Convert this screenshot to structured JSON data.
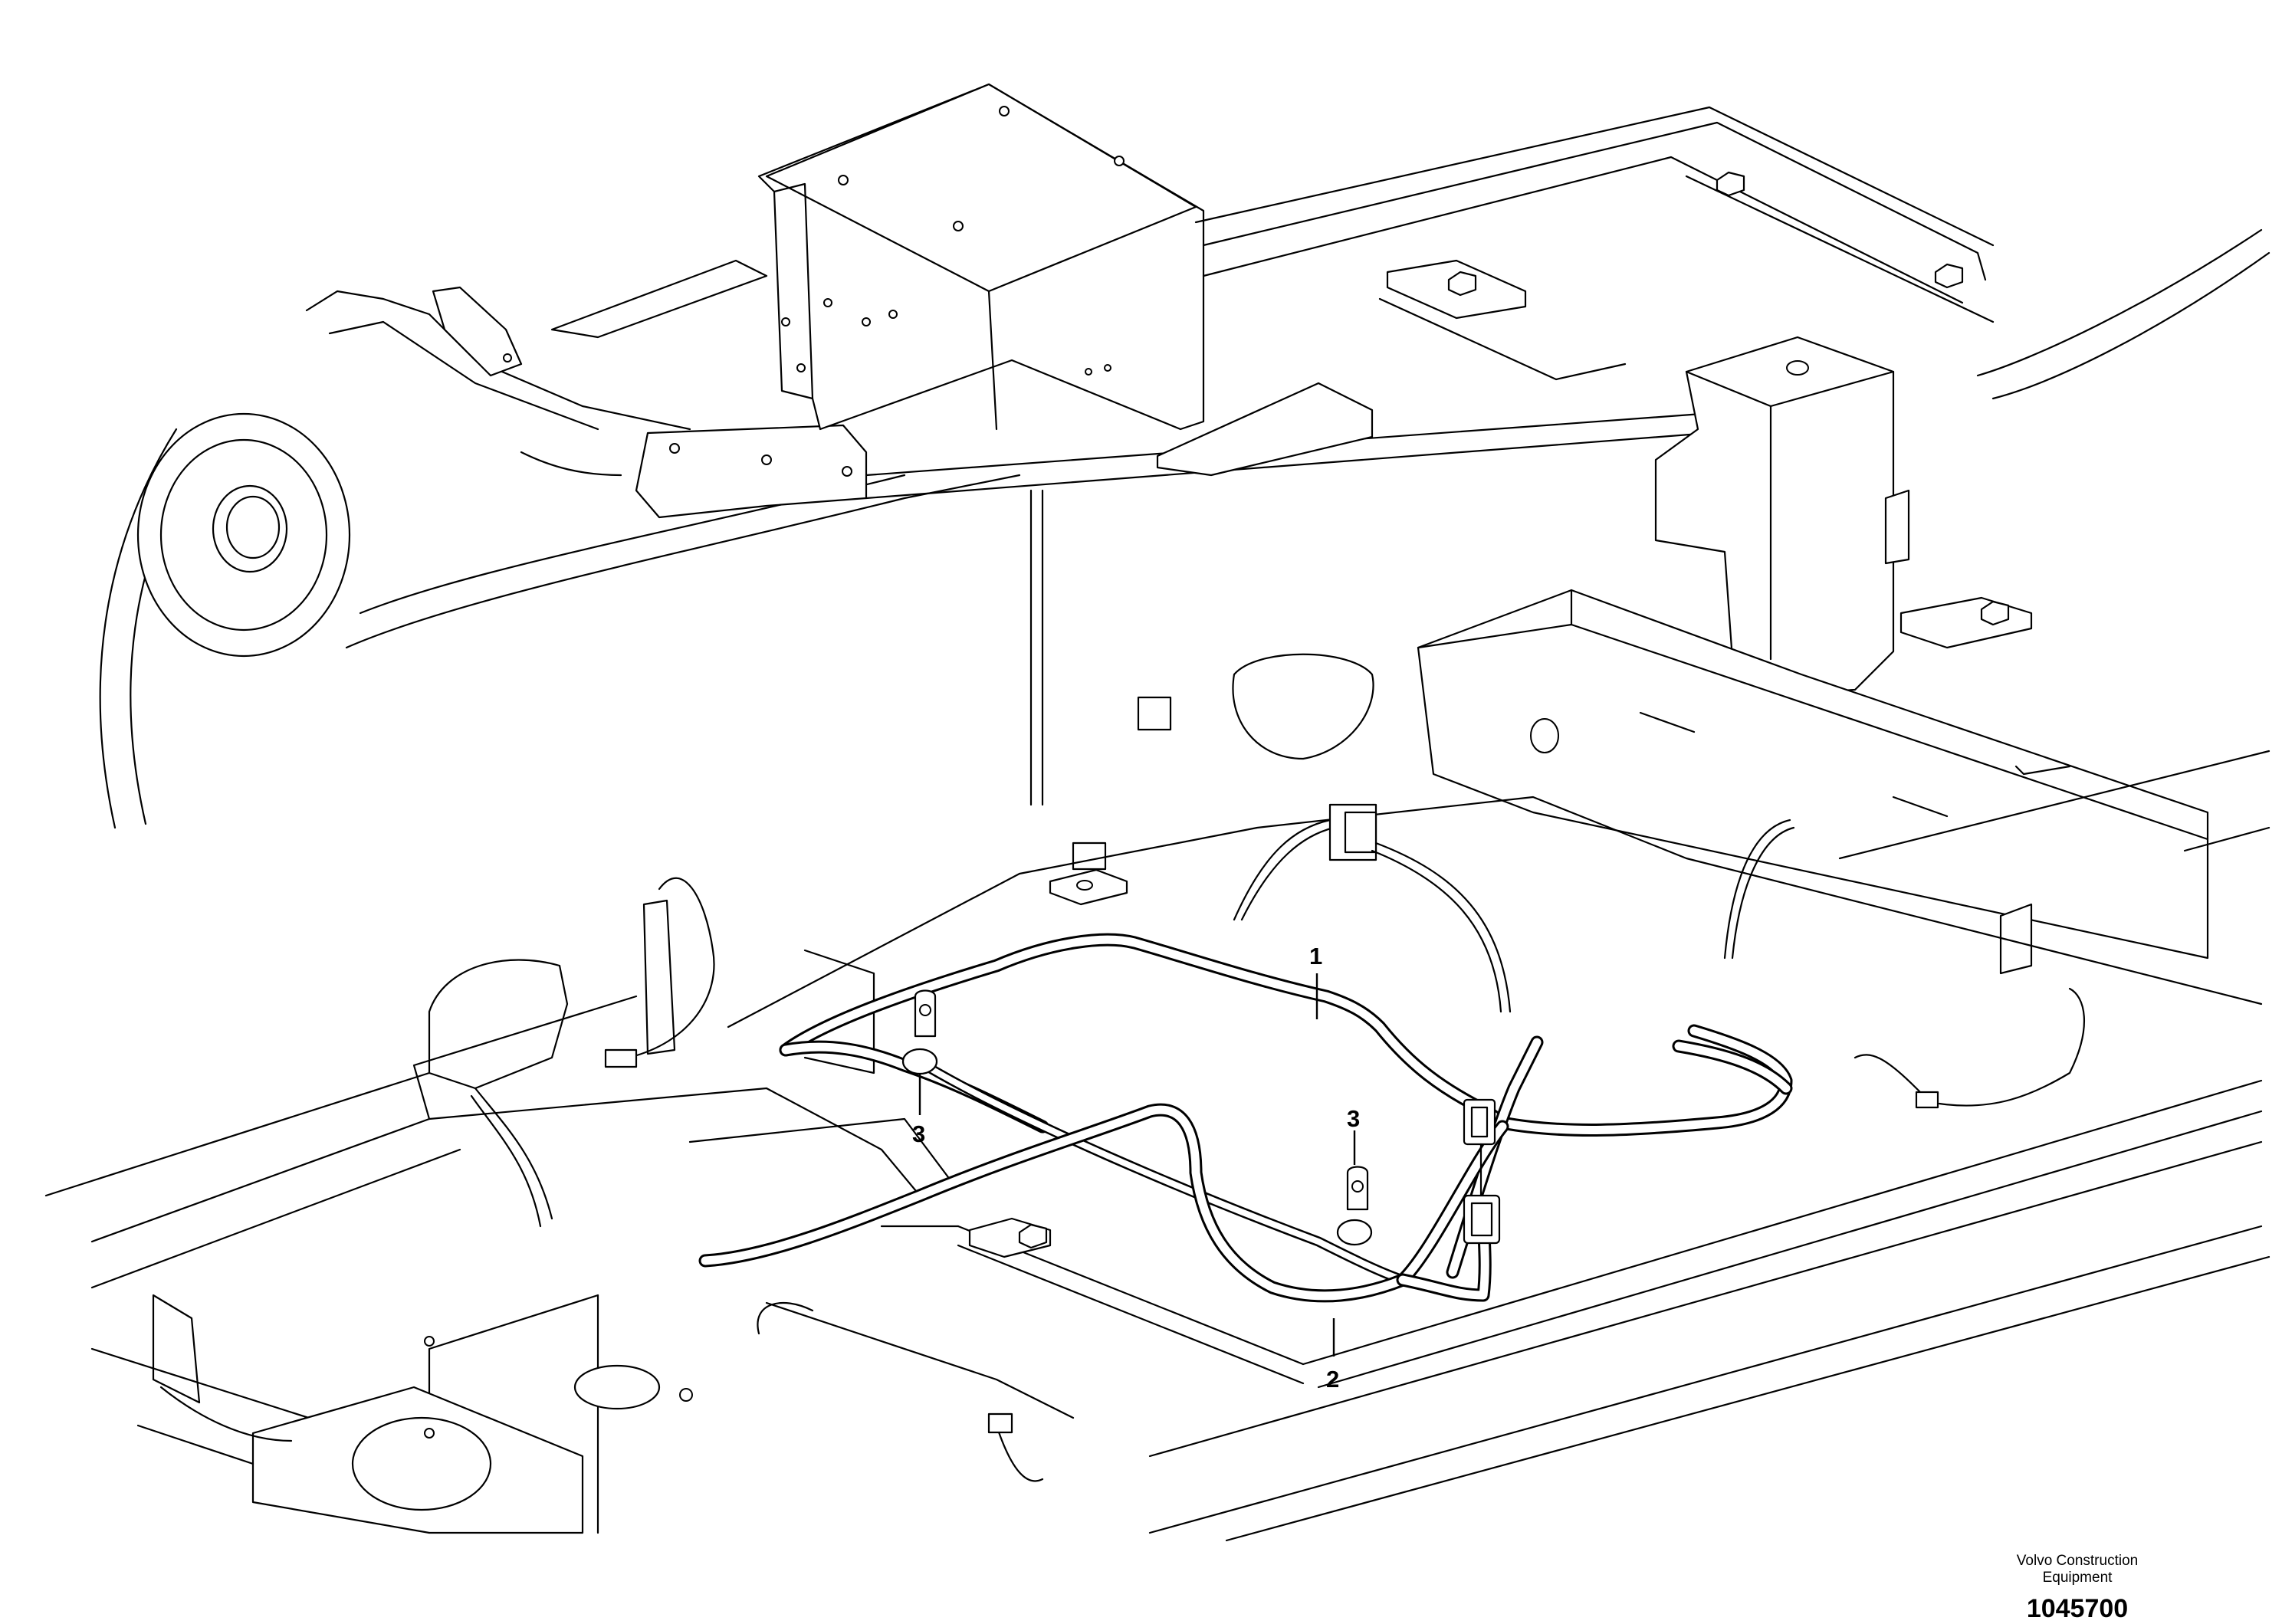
{
  "callouts": {
    "item_1": "1",
    "item_2": "2",
    "item_3_left": "3",
    "item_3_right": "3"
  },
  "manufacturer_label": "Volvo Construction Equipment",
  "drawing_number": "1045700"
}
